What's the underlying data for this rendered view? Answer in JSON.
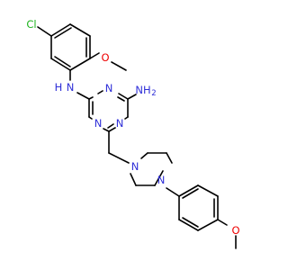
{
  "molecule": {
    "atoms": [
      {
        "id": "chlorine",
        "text": "Cl",
        "color": "#1db31d"
      },
      {
        "id": "methoxy-oxygen-top",
        "text": "O",
        "color": "#ee0000"
      },
      {
        "id": "anilino-nitrogen",
        "text": "N",
        "color": "#2f2fd8"
      },
      {
        "id": "anilino-hydrogen",
        "text": "H",
        "color": "#2f2fd8"
      },
      {
        "id": "triazine-nitrogen-1",
        "text": "N",
        "color": "#2f2fd8"
      },
      {
        "id": "triazine-nitrogen-2",
        "text": "N",
        "color": "#2f2fd8"
      },
      {
        "id": "triazine-nitrogen-3",
        "text": "N",
        "color": "#2f2fd8"
      },
      {
        "id": "amine-nitrogen",
        "text": "NH",
        "color": "#2f2fd8"
      },
      {
        "id": "amine-subscript",
        "text": "2",
        "color": "#2f2fd8"
      },
      {
        "id": "piperazine-nitrogen-1",
        "text": "N",
        "color": "#2f2fd8"
      },
      {
        "id": "piperazine-nitrogen-2",
        "text": "N",
        "color": "#2f2fd8"
      },
      {
        "id": "methoxy-oxygen-bottom",
        "text": "O",
        "color": "#ee0000"
      }
    ],
    "bond_color": "#000000"
  }
}
